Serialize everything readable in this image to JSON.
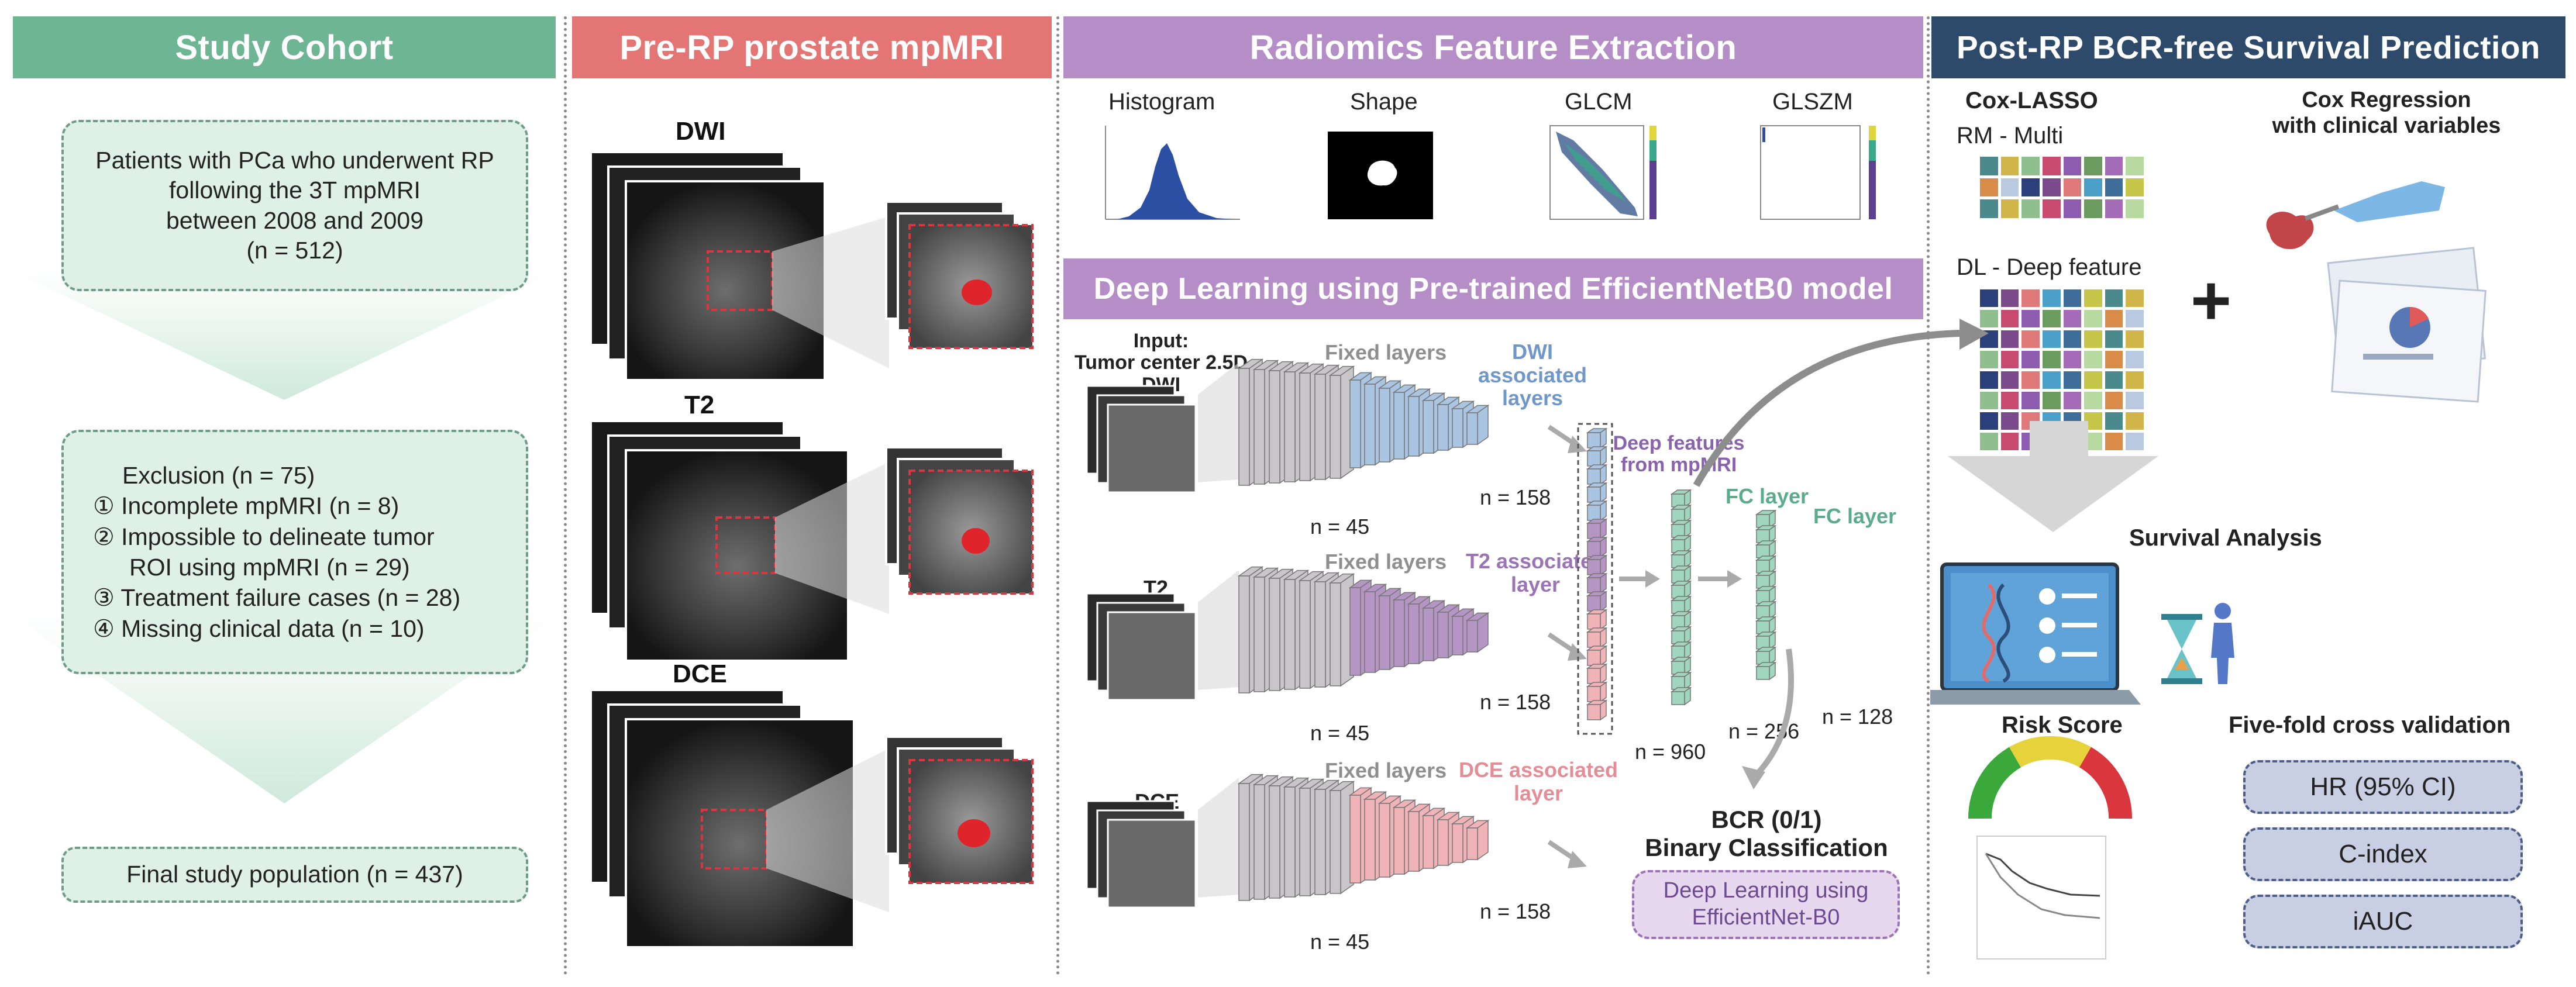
{
  "sections": {
    "cohort": {
      "title": "Study Cohort",
      "color": "#6db593"
    },
    "mri": {
      "title": "Pre-RP prostate mpMRI",
      "color": "#e37674"
    },
    "radiomics": {
      "title": "Radiomics Feature Extraction",
      "color": "#b58dc7"
    },
    "survival": {
      "title": "Post-RP BCR-free Survival Prediction",
      "color": "#2e4a6b"
    }
  },
  "cohort": {
    "box1": [
      "Patients with PCa who underwent RP",
      "following the 3T mpMRI",
      "between 2008 and 2009",
      "(n = 512)"
    ],
    "exclusion": [
      "Exclusion (n = 75)",
      "① Incomplete mpMRI (n = 8)",
      "② Impossible to delineate tumor",
      "ROI using mpMRI (n = 29)",
      "③ Treatment failure cases (n = 28)",
      "④ Missing clinical data (n = 10)"
    ],
    "final": "Final study population (n = 437)"
  },
  "mri": {
    "dwi": "DWI",
    "t2": "T2",
    "dce": "DCE"
  },
  "radiomics": {
    "features": [
      "Histogram",
      "Shape",
      "GLCM",
      "GLSZM"
    ]
  },
  "deep": {
    "title": "Deep Learning using Pre-trained EfficientNetB0 model",
    "input_label": [
      "Input:",
      "Tumor center 2.5D",
      "DWI"
    ],
    "t2": "T2",
    "dce": "DCE",
    "fixed": "Fixed layers",
    "dwi_assoc": [
      "DWI associated",
      "layers"
    ],
    "t2_assoc": [
      "T2 associated",
      "layer"
    ],
    "dce_assoc": [
      "DCE associated",
      "layer"
    ],
    "n45": "n = 45",
    "n158": "n = 158",
    "deep_features": [
      "Deep features",
      "from mpMRI"
    ],
    "fc1": "FC layer",
    "fc2": "FC layer",
    "n960": "n = 960",
    "n256": "n = 256",
    "n128": "n = 128",
    "bcr": [
      "BCR (0/1)",
      "Binary Classification"
    ],
    "dl_box": [
      "Deep Learning using",
      "EfficientNet-B0"
    ],
    "colors": {
      "dwi": "#a9c5e2",
      "t2": "#b595c4",
      "dce": "#f0b3b8",
      "fixed": "#c9c6c9",
      "fc": "#9fd6bd"
    }
  },
  "survival": {
    "cox_lasso": "Cox-LASSO",
    "rm": "RM - Multi",
    "dl": "DL - Deep feature",
    "cox_reg": [
      "Cox Regression",
      "with clinical variables"
    ],
    "plus": "+",
    "analysis": "Survival Analysis",
    "risk": "Risk Score",
    "cv": "Five-fold cross validation",
    "metrics": [
      "HR (95% CI)",
      "C-index",
      "iAUC"
    ]
  }
}
